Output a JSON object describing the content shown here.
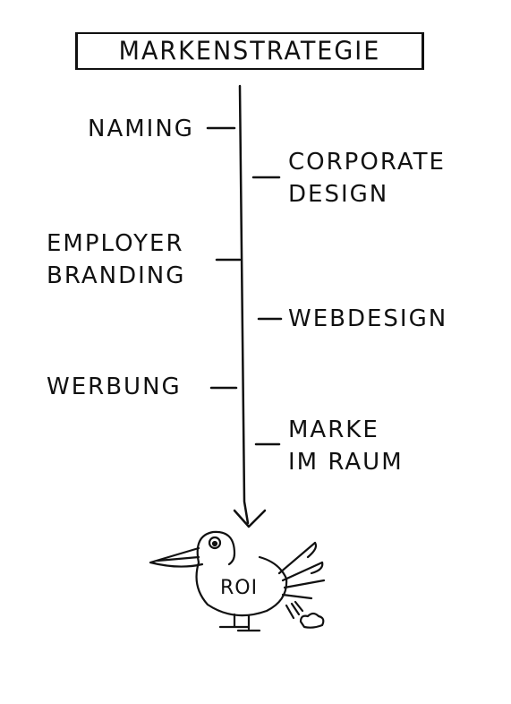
{
  "title": "MARKENSTRATEGIE",
  "items": [
    {
      "side": "left",
      "lines": [
        "NAMING"
      ]
    },
    {
      "side": "right",
      "lines": [
        "CORPORATE",
        "DESIGN"
      ]
    },
    {
      "side": "left",
      "lines": [
        "EMPLOYER",
        "BRANDING"
      ]
    },
    {
      "side": "right",
      "lines": [
        "WEBDESIGN"
      ]
    },
    {
      "side": "left",
      "lines": [
        "WERBUNG"
      ]
    },
    {
      "side": "right",
      "lines": [
        "MARKE",
        "IM RAUM"
      ]
    }
  ],
  "bird": {
    "label": "ROI"
  }
}
